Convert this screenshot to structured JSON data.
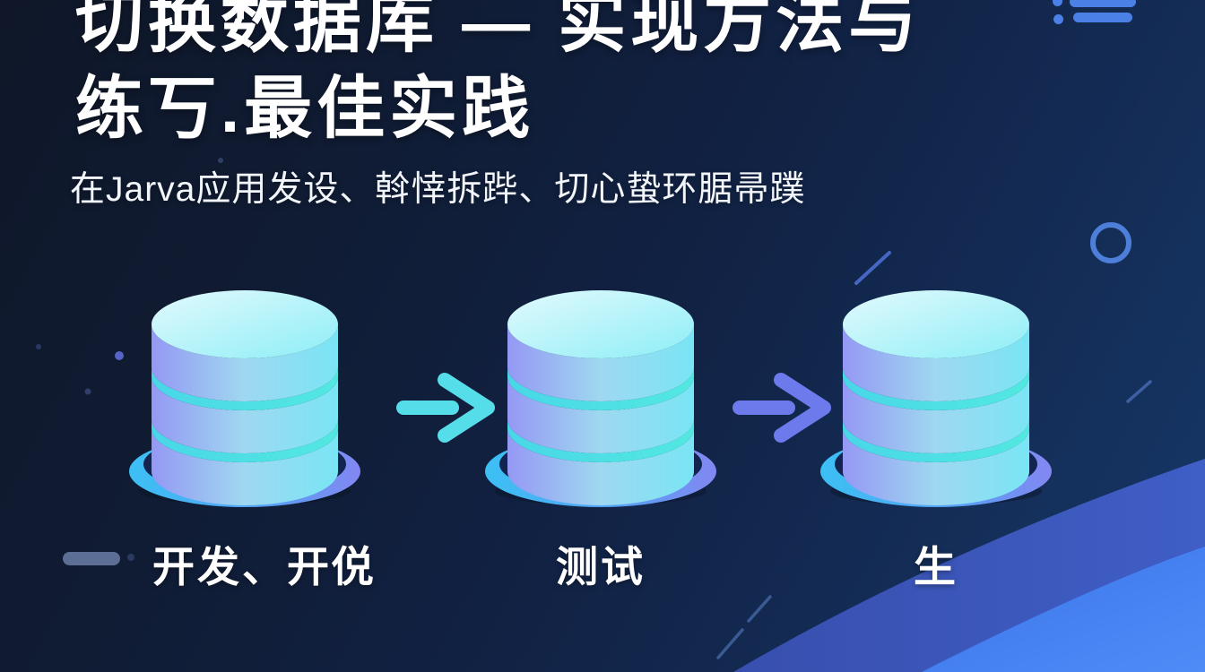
{
  "poster": {
    "title": {
      "line1": "切换数据库 — 实现方法与",
      "line2": "练丂.最佳实践"
    },
    "subtitle": "在Jarva应用发设、斡悻拆跸、切心蛰环腒帚蹼",
    "flow": {
      "stages": [
        {
          "label": "开发、开侻"
        },
        {
          "label": "测试"
        },
        {
          "label": "生"
        }
      ],
      "arrows": [
        {
          "direction": "right",
          "color": "#55dde9"
        },
        {
          "direction": "right",
          "color": "#6c7aec"
        }
      ]
    },
    "icons": [
      "list-icon",
      "ring-icon",
      "dash-icon",
      "database-icon",
      "arrow-right-icon"
    ]
  },
  "colors": {
    "background_top_left": "#0f1728",
    "background_bottom_right": "#163868",
    "title_text": "#ffffff",
    "arrow_primary_cyan": "#55dde9",
    "arrow_secondary_periwinkle": "#6c7aec",
    "database_body_periwinkle": "#9598f4",
    "database_body_cyan": "#79e5f4",
    "database_lid_light": "#e2fafd",
    "database_seam_teal": "#4fe0e2",
    "database_dish_blue": "#3cc0f4",
    "corner_band_indigo": "#3a54b4",
    "corner_band_bright_blue": "#3e7bf0",
    "ui_accent_blue": "#4b80e6"
  }
}
